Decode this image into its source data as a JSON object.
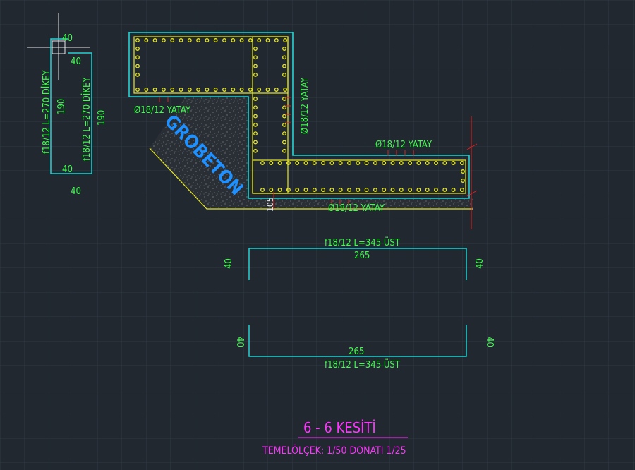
{
  "colors": {
    "background": "#212830",
    "grid": "#2f3843",
    "cyan": "#22d3d3",
    "yellow": "#e8e820",
    "green": "#3dff4a",
    "magenta": "#ff33ff",
    "blue": "#1e90ff",
    "red": "#e02020",
    "white": "#e8e8e8"
  },
  "left_detail": {
    "dim_top": "40",
    "dim_top_2": "40",
    "label_1": "f18/12 L=270 DİKEY",
    "label_2": "f18/12 L=270 DİKEY",
    "dim_190_a": "190",
    "dim_190_b": "190",
    "dim_bottom_inner": "40",
    "dim_bottom": "40"
  },
  "section": {
    "grobeton": "GROBETON",
    "label_yatay_left": "Ø18/12 YATAY",
    "label_yatay_vertical": "Ø18/12 YATAY",
    "label_yatay_right": "Ø18/12 YATAY",
    "label_yatay_bottom": "Ø18/12 YATAY",
    "dim_105": "105"
  },
  "top_bar": {
    "label": "f18/12 L=345 ÜST",
    "dim_length": "265",
    "dim_left": "40",
    "dim_right": "40"
  },
  "bottom_bar": {
    "label": "f18/12 L=345 ÜST",
    "dim_length": "265",
    "dim_left": "40",
    "dim_right": "40"
  },
  "title": {
    "text": "6 - 6 KESİTİ",
    "subtitle": "TEMELÖLÇEK:  1/50 DONATI 1/25"
  }
}
